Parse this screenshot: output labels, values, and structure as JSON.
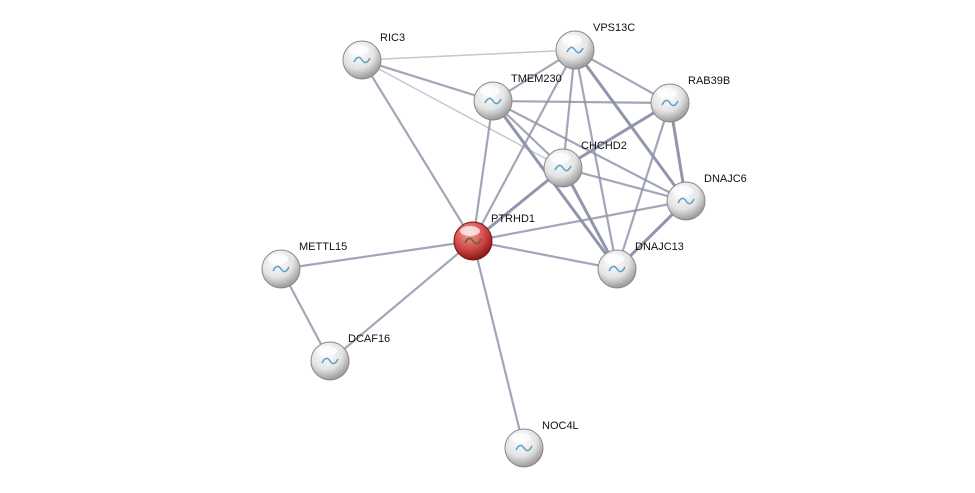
{
  "network": {
    "query_node": "PTRHD1",
    "nodes": [
      "RIC3",
      "VPS13C",
      "TMEM230",
      "RAB39B",
      "CHCHD2",
      "DNAJC6",
      "PTRHD1",
      "DNAJC13",
      "METTL15",
      "DCAF16",
      "NOC4L"
    ],
    "edges": [
      [
        "RIC3",
        "VPS13C",
        1
      ],
      [
        "RIC3",
        "TMEM230",
        2
      ],
      [
        "RIC3",
        "CHCHD2",
        1
      ],
      [
        "RIC3",
        "PTRHD1",
        2
      ],
      [
        "VPS13C",
        "TMEM230",
        2
      ],
      [
        "VPS13C",
        "RAB39B",
        2
      ],
      [
        "VPS13C",
        "CHCHD2",
        2
      ],
      [
        "VPS13C",
        "DNAJC6",
        3
      ],
      [
        "VPS13C",
        "DNAJC13",
        2
      ],
      [
        "VPS13C",
        "PTRHD1",
        2
      ],
      [
        "TMEM230",
        "RAB39B",
        2
      ],
      [
        "TMEM230",
        "CHCHD2",
        2
      ],
      [
        "TMEM230",
        "DNAJC6",
        2
      ],
      [
        "TMEM230",
        "DNAJC13",
        3
      ],
      [
        "TMEM230",
        "PTRHD1",
        2
      ],
      [
        "RAB39B",
        "CHCHD2",
        3
      ],
      [
        "RAB39B",
        "DNAJC6",
        3
      ],
      [
        "RAB39B",
        "DNAJC13",
        2
      ],
      [
        "CHCHD2",
        "DNAJC6",
        2
      ],
      [
        "CHCHD2",
        "DNAJC13",
        3
      ],
      [
        "CHCHD2",
        "PTRHD1",
        3
      ],
      [
        "DNAJC6",
        "DNAJC13",
        3
      ],
      [
        "DNAJC6",
        "PTRHD1",
        2
      ],
      [
        "PTRHD1",
        "DNAJC13",
        2
      ],
      [
        "PTRHD1",
        "METTL15",
        2
      ],
      [
        "PTRHD1",
        "DCAF16",
        2
      ],
      [
        "PTRHD1",
        "NOC4L",
        2
      ],
      [
        "METTL15",
        "DCAF16",
        2
      ]
    ],
    "colors": {
      "edge": "#8c90a8",
      "node": "#e8e8e8",
      "query": "#c03030"
    }
  }
}
